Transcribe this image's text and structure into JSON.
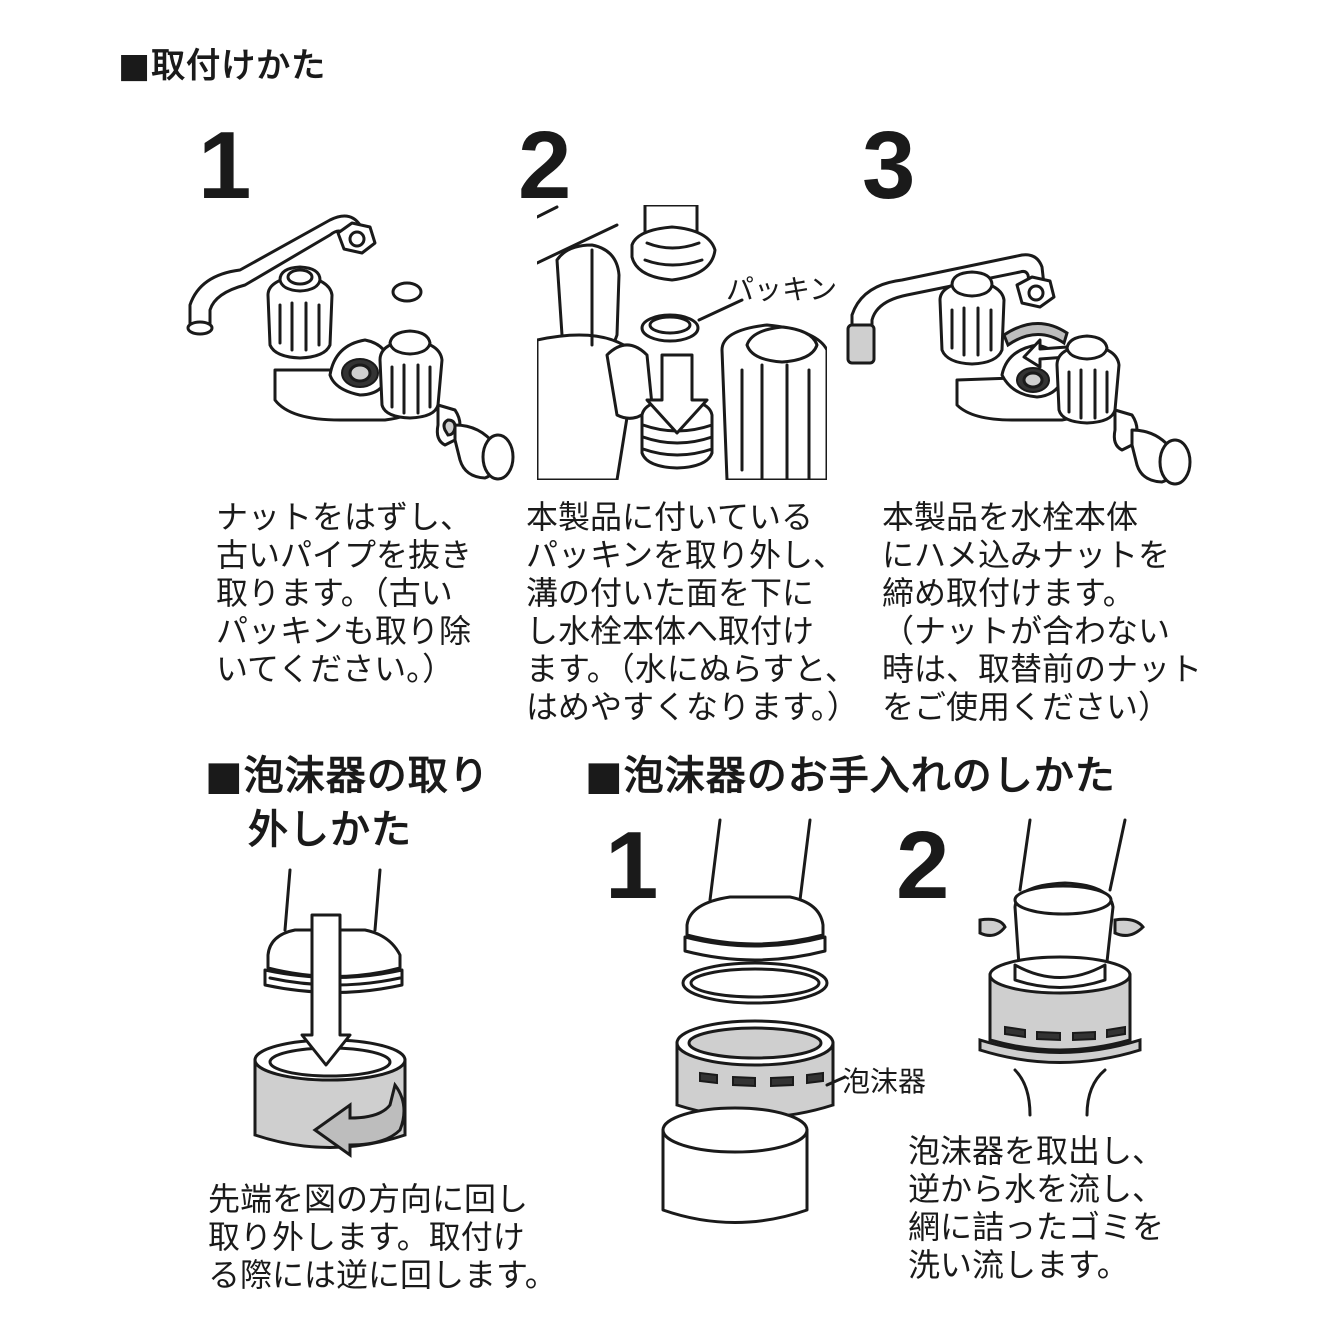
{
  "install": {
    "title": "■取付けかた",
    "steps": [
      {
        "num": "1",
        "text": "ナットをはずし、\n古いパイプを抜き\n取ります。（古い\nパッキンも取り除\nいてください。）"
      },
      {
        "num": "2",
        "text": "本製品に付いている\nパッキンを取り外し、\n溝の付いた面を下に\nし水栓本体へ取付け\nます。（水にぬらすと、\nはめやすくなります。）",
        "label": "パッキン"
      },
      {
        "num": "3",
        "text": "本製品を水栓本体\nにハメ込みナットを\n締め取付けます。\n（ナットが合わない\n時は、取替前のナット\nをご使用ください）"
      }
    ]
  },
  "removal": {
    "title_line1": "■泡沫器の取り",
    "title_line2": "外しかた",
    "text": "先端を図の方向に回し\n取り外します。取付け\nる際には逆に回します。"
  },
  "care": {
    "title": "■泡沫器のお手入れのしかた",
    "steps": [
      {
        "num": "1",
        "label": "泡沫器"
      },
      {
        "num": "2",
        "text": "泡沫器を取出し、\n逆から水を流し、\n網に詰ったゴミを\n洗い流します。"
      }
    ]
  }
}
